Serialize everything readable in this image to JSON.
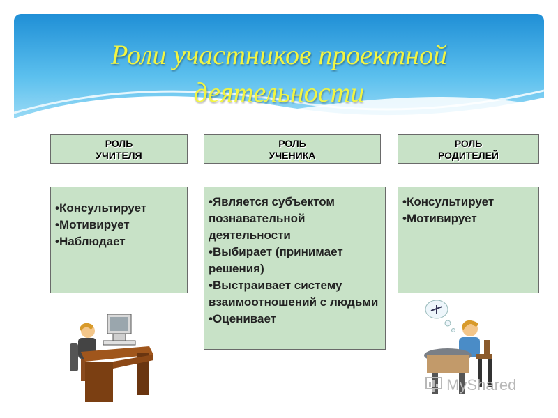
{
  "title": {
    "line1": "Роли участников проектной",
    "line2": "деятельности"
  },
  "roles": [
    {
      "line1": "РОЛЬ",
      "line2": "УЧИТЕЛЯ",
      "items": [
        "Консультирует",
        "Мотивирует",
        "Наблюдает"
      ]
    },
    {
      "line1": "РОЛЬ",
      "line2": "УЧЕНИКА",
      "items": [
        "Является субъектом познавательной деятельности",
        "Выбирает (принимает решения)",
        "Выстраивает систему взаимоотношений с людьми",
        "Оценивает"
      ]
    },
    {
      "line1": "РОЛЬ",
      "line2": "РОДИТЕЛЕЙ",
      "items": [
        "Консультирует",
        "Мотивирует"
      ]
    }
  ],
  "watermark": "MyShared",
  "colors": {
    "title": "#f2f542",
    "box_fill": "#c8e2c7",
    "sky": "#3fa9e0"
  },
  "icons": {
    "teacher": "teacher-at-computer-illustration",
    "student": "student-at-desk-thinking-illustration",
    "logo": "myshared-logo-icon"
  }
}
